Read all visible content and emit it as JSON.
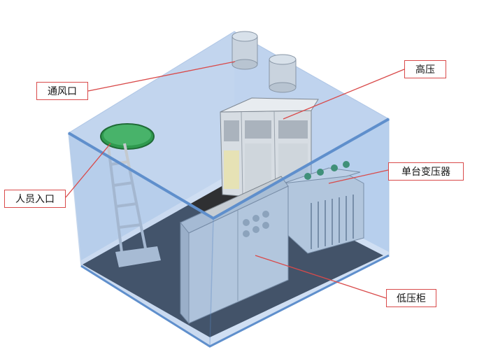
{
  "labels": {
    "ventilation": "通风口",
    "high_voltage": "高压",
    "transformer": "单台变压器",
    "personnel_entrance": "人员入口",
    "low_voltage_cabinet": "低压柜"
  },
  "colors": {
    "shell": "#8fb3df",
    "shell_edge": "#5f8fcc",
    "floor": "#2f3032",
    "callout": "#d94a4a",
    "hatch": "#2f9a4f"
  }
}
